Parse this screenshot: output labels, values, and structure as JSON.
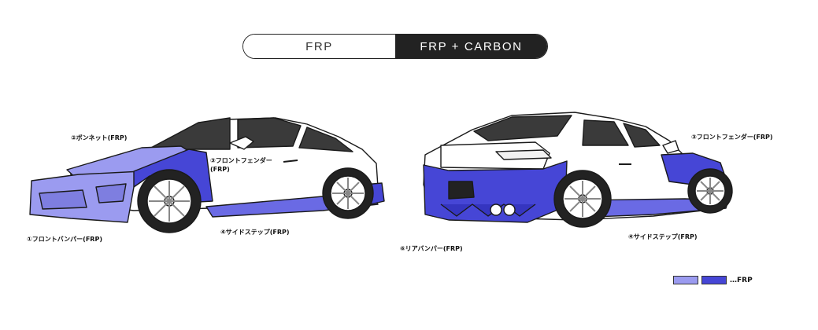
{
  "tabs": [
    {
      "label": "FRP",
      "active": false
    },
    {
      "label": "FRP + CARBON",
      "active": true
    }
  ],
  "front_view": {
    "labels": {
      "bonnet": "②ボンネット(FRP)",
      "front_fender": "③フロントフェンダー\n(FRP)",
      "front_bumper": "①フロントバンパー(FRP)",
      "side_step": "④サイドステップ(FRP)"
    }
  },
  "rear_view": {
    "labels": {
      "front_fender": "③フロントフェンダー(FRP)",
      "rear_bumper": "⑥リアバンパー(FRP)",
      "side_step": "④サイドステップ(FRP)"
    }
  },
  "legend": {
    "swatches": [
      "#9b9bf0",
      "#4646d6"
    ],
    "label": "…FRP"
  },
  "colors": {
    "light_frp": "#9b9bf0",
    "dark_frp": "#4646d6",
    "body": "#ffffff",
    "outline": "#1a1a1a",
    "glass": "#3a3a3a"
  }
}
